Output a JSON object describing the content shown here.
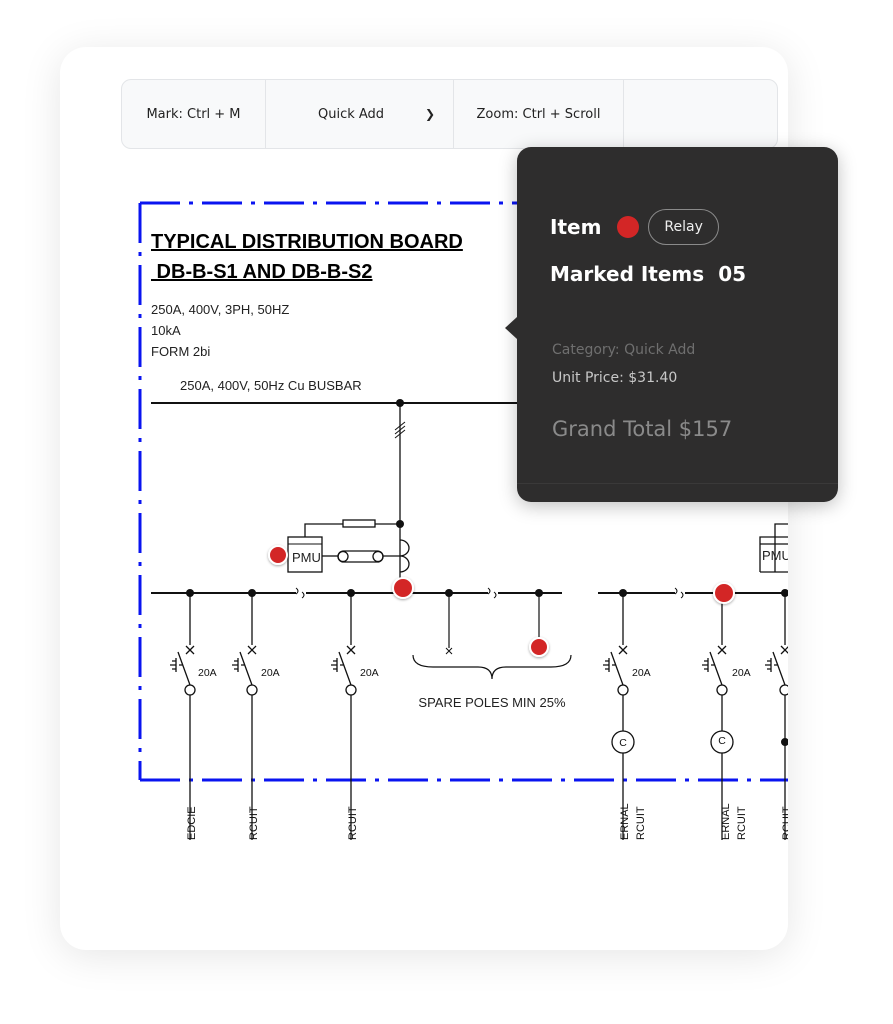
{
  "toolbar": {
    "mark_label": "Mark: Ctrl + M",
    "quick_add_label": "Quick Add",
    "zoom_label": "Zoom: Ctrl + Scroll",
    "chevron_icon": "chevron-down-icon"
  },
  "drawing": {
    "title_line1": "TYPICAL DISTRIBUTION BOARD ",
    "title_line2": " DB-B-S1 AND DB-B-S2",
    "spec_line1": "250A, 400V, 3PH, 50HZ",
    "spec_line2": "10kA",
    "spec_line3": "FORM 2bi",
    "busbar_label": "250A, 400V, 50Hz Cu BUSBAR",
    "breaker_rating": "20A",
    "spare_label": "SPARE POLES MIN 25%",
    "pmu_label": "PMU",
    "contactor_label": "C",
    "circuit_labels": [
      "EDCIE",
      "RCUIT",
      "RCUIT",
      "ERNAL",
      "RCUIT",
      "ERNAL",
      "RCUIT",
      "RCUIT"
    ],
    "border_color": "#0a14f0",
    "marker_color": "#d32626"
  },
  "popup": {
    "item_label": "Item",
    "item_tag": "Relay",
    "marked_label": "Marked Items",
    "marked_count": "05",
    "category": "Category: Quick Add",
    "unit_price": "Unit Price: $31.40",
    "grand_total": "Grand Total $157"
  }
}
